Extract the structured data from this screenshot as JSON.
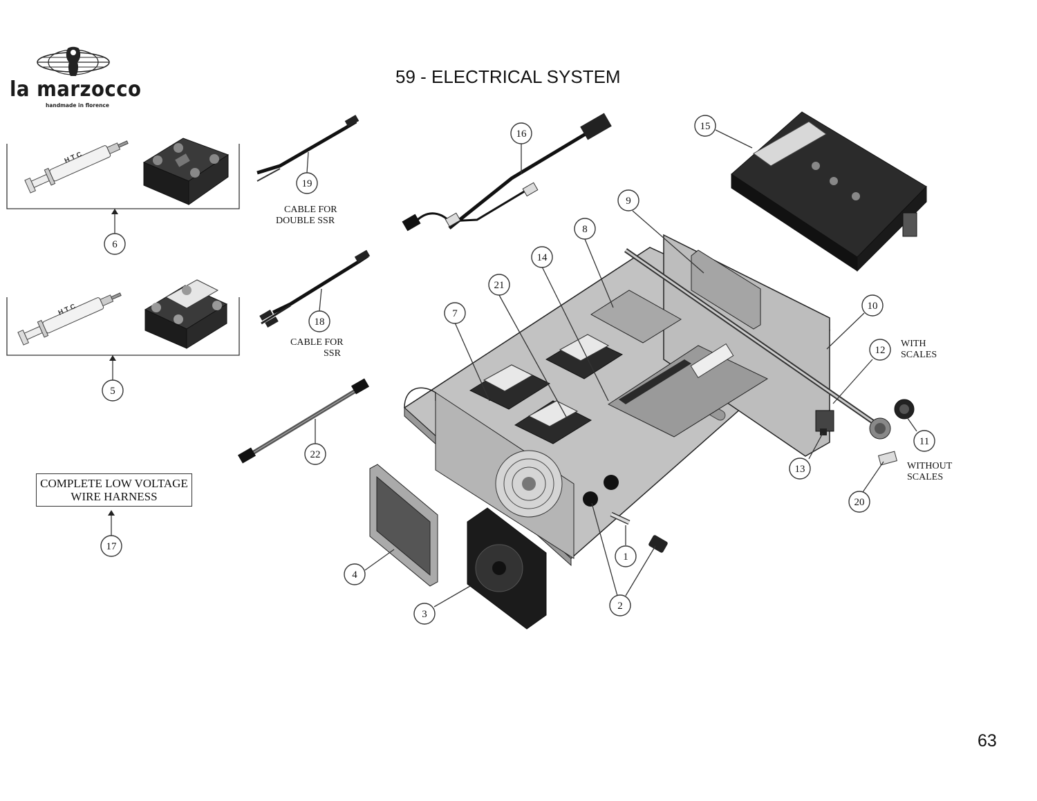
{
  "header": {
    "brand_name": "la marzocco",
    "brand_tagline": "handmade in florence",
    "title": "59 - ELECTRICAL SYSTEM"
  },
  "footer": {
    "page_number": "63"
  },
  "notes": {
    "cable_double_ssr": [
      "CABLE FOR",
      "DOUBLE SSR"
    ],
    "cable_ssr": [
      "CABLE FOR",
      "SSR"
    ],
    "with_scales": [
      "WITH",
      "SCALES"
    ],
    "without_scales": [
      "WITHOUT",
      "SCALES"
    ],
    "harness_box": [
      "COMPLETE LOW VOLTAGE",
      "WIRE HARNESS"
    ],
    "syringe_label": "H T C"
  },
  "callouts": [
    {
      "label": "1"
    },
    {
      "label": "2"
    },
    {
      "label": "3"
    },
    {
      "label": "4"
    },
    {
      "label": "5"
    },
    {
      "label": "6"
    },
    {
      "label": "7"
    },
    {
      "label": "8"
    },
    {
      "label": "9"
    },
    {
      "label": "10"
    },
    {
      "label": "11"
    },
    {
      "label": "12"
    },
    {
      "label": "13"
    },
    {
      "label": "14"
    },
    {
      "label": "15"
    },
    {
      "label": "16"
    },
    {
      "label": "17"
    },
    {
      "label": "18"
    },
    {
      "label": "19"
    },
    {
      "label": "20"
    },
    {
      "label": "21"
    },
    {
      "label": "22"
    }
  ],
  "colors": {
    "ink": "#111111",
    "metal": "#b9b9b9",
    "dark_part": "#1e1e1e",
    "board": "#9a9a9a"
  }
}
